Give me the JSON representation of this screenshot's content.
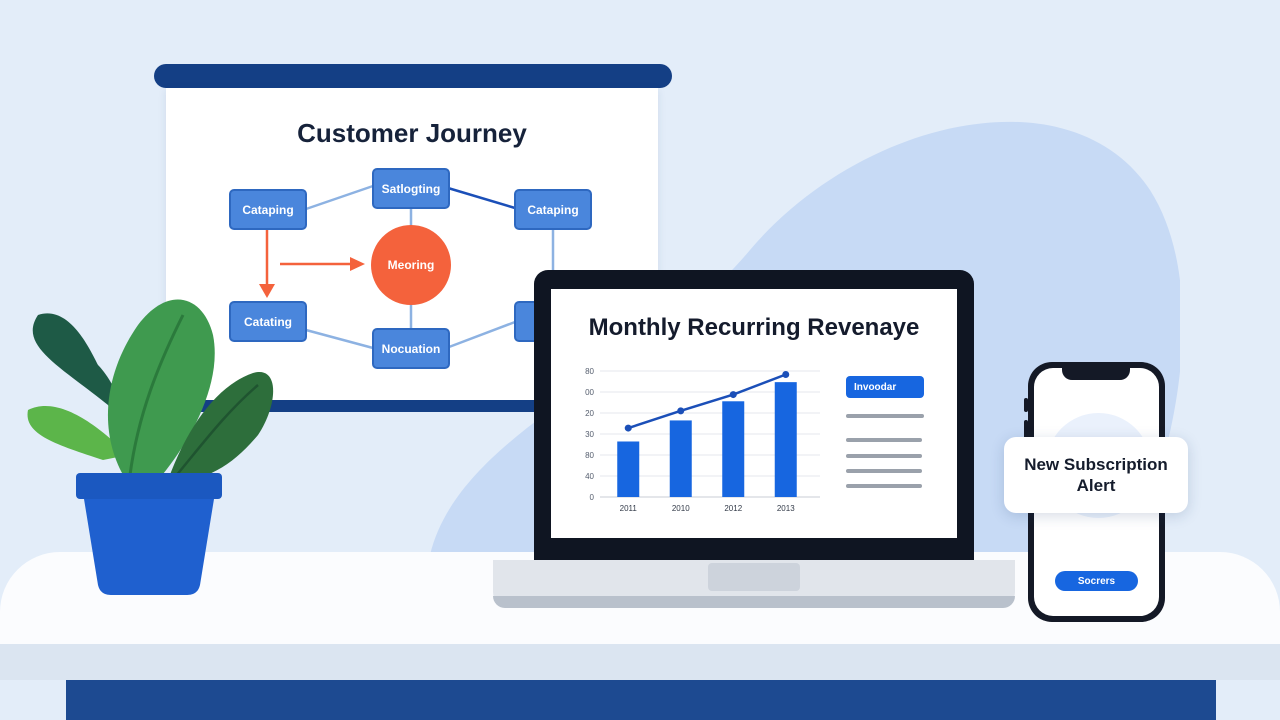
{
  "journey": {
    "title": "Customer Journey",
    "nodes": {
      "top_left": "Cataping",
      "top_center": "Satlogting",
      "top_right": "Cataping",
      "center": "Meoring",
      "bottom_left": "Catating",
      "bottom_center": "Nocuation"
    }
  },
  "chart_data": {
    "type": "bar",
    "title": "Monthly Recurring Revenaye",
    "categories": [
      "2011",
      "2010",
      "2012",
      "2013"
    ],
    "values": [
      58,
      80,
      100,
      120
    ],
    "line_values": [
      72,
      90,
      107,
      128
    ],
    "y_tick_labels": [
      "0",
      "40",
      "80",
      "30",
      "20",
      "00",
      "80"
    ],
    "ylim": [
      0,
      140
    ],
    "legend": {
      "label": "Invoodar",
      "placement": "right"
    },
    "colors": {
      "bar": "#1766e0",
      "line": "#1b4fb8"
    },
    "grid": true
  },
  "phone": {
    "alert_text": "New Subscription Alert",
    "button_label": "Socrers"
  },
  "colors": {
    "navy": "#143f85",
    "primary_blue": "#1766e0",
    "node_blue": "#4a86dc",
    "accent_orange": "#f4623c",
    "background": "#e3edf9"
  }
}
